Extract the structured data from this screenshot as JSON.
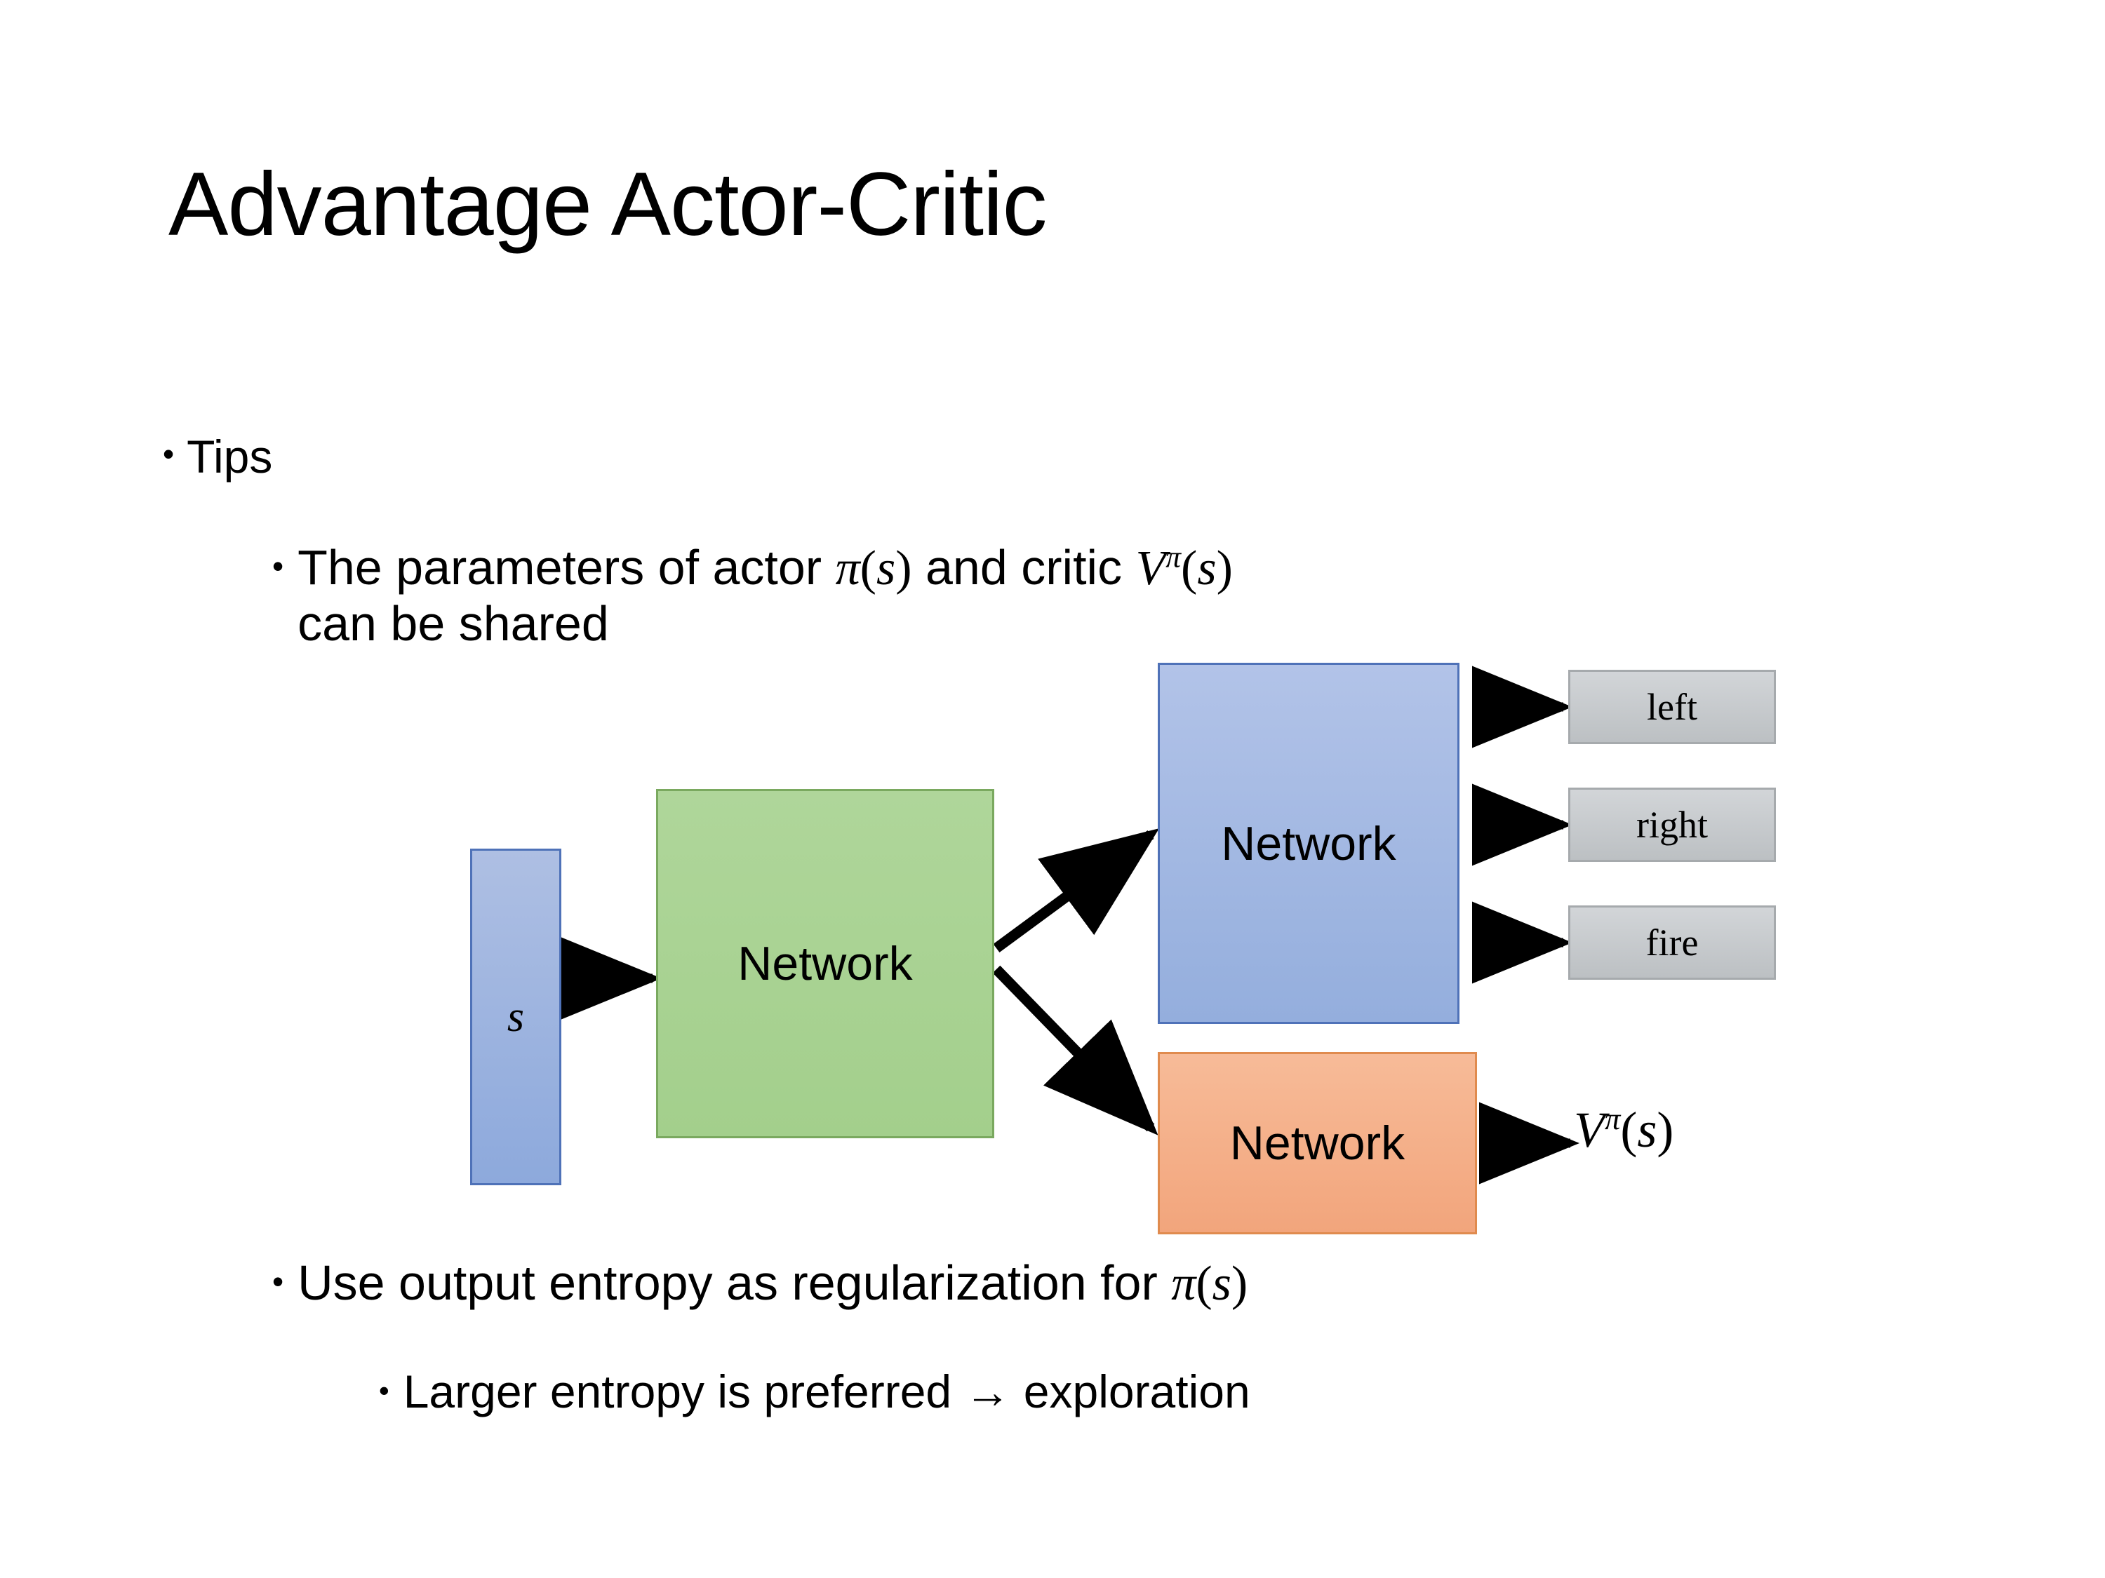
{
  "slide": {
    "title": "Advantage Actor-Critic",
    "bullets": [
      {
        "level": 1,
        "marker": "•",
        "text": "Tips"
      },
      {
        "level": 2,
        "marker": "•",
        "text": "The parameters of actor π(s)  and critic Vπ(s) can be shared",
        "segments": [
          "The parameters of actor ",
          "π(s)",
          "  and critic ",
          "Vπ(s)",
          " can be shared"
        ]
      },
      {
        "level": 2,
        "marker": "•",
        "text": "Use output entropy as regularization for π(s)",
        "segments": [
          "Use output entropy as regularization for ",
          "π(s)"
        ]
      },
      {
        "level": 3,
        "marker": "•",
        "text": "Larger entropy is preferred → exploration"
      }
    ],
    "text_fragments": {
      "params_a": "The parameters of actor ",
      "params_b": " and critic ",
      "params_c": "can be shared",
      "entropy_a": "Use output entropy as regularization for ",
      "larger_entropy": "Larger entropy is preferred → exploration",
      "tips": "Tips"
    },
    "math": {
      "pi_symbol": "π",
      "s_symbol": "s",
      "V_symbol": "V",
      "open_paren": "(",
      "close_paren": ")"
    }
  },
  "diagram": {
    "type": "block-flow",
    "nodes": [
      {
        "id": "state",
        "label": "s",
        "color": "#9DB4DC",
        "border": "#4F72B8",
        "shape": "rect"
      },
      {
        "id": "shared",
        "label": "Network",
        "color": "#A8D08D",
        "border": "#7AA95F",
        "shape": "rect"
      },
      {
        "id": "actor",
        "label": "Network",
        "color": "#9DB4DC",
        "border": "#4F72B8",
        "shape": "rect"
      },
      {
        "id": "critic",
        "label": "Network",
        "color": "#F4B183",
        "border": "#E08B4E",
        "shape": "rect"
      }
    ],
    "actions": [
      {
        "id": "left",
        "label": "left",
        "color": "#C6CACD",
        "border": "#A6AAAD"
      },
      {
        "id": "right",
        "label": "right",
        "color": "#C6CACD",
        "border": "#A6AAAD"
      },
      {
        "id": "fire",
        "label": "fire",
        "color": "#C6CACD",
        "border": "#A6AAAD"
      }
    ],
    "value_output": "Vπ(s)",
    "edges": [
      {
        "from": "state",
        "to": "shared"
      },
      {
        "from": "shared",
        "to": "actor"
      },
      {
        "from": "shared",
        "to": "critic"
      },
      {
        "from": "actor",
        "to": "left"
      },
      {
        "from": "actor",
        "to": "right"
      },
      {
        "from": "actor",
        "to": "fire"
      },
      {
        "from": "critic",
        "to": "value_output"
      }
    ],
    "arrow_color": "#000000"
  }
}
